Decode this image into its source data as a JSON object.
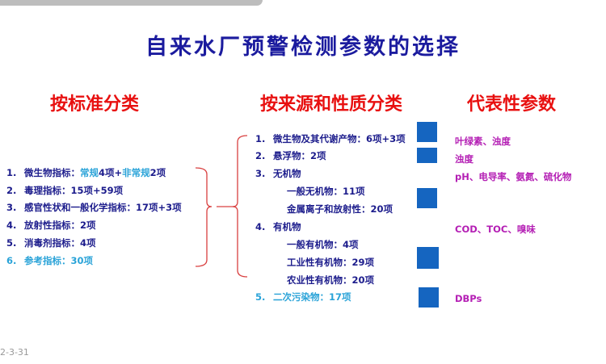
{
  "title": "自来水厂预警检测参数的选择",
  "headers": {
    "standard": "按标准分类",
    "source": "按来源和性质分类",
    "representative": "代表性参数"
  },
  "standard_items": [
    {
      "num": "1.",
      "label": "微生物指标：",
      "p1": "常规",
      "p2": "4项+",
      "p3": "非常规",
      "p4": "2项"
    },
    {
      "num": "2.",
      "text": "毒理指标：15项+59项"
    },
    {
      "num": "3.",
      "text": "感官性状和一般化学指标：17项+3项"
    },
    {
      "num": "4.",
      "text": "放射性指标：2项"
    },
    {
      "num": "5.",
      "text": "消毒剂指标：4项"
    },
    {
      "num": "6.",
      "text": "参考指标：30项"
    }
  ],
  "source_items": [
    {
      "num": "1.",
      "text": "微生物及其代谢产物：6项+3项"
    },
    {
      "num": "2.",
      "text": "悬浮物：2项"
    },
    {
      "num": "3.",
      "text": "无机物"
    },
    {
      "num": "",
      "text": "一般无机物：11项"
    },
    {
      "num": "",
      "text": "金属离子和放射性：20项"
    },
    {
      "num": "4.",
      "text": "有机物"
    },
    {
      "num": "",
      "text": "一般有机物：4项"
    },
    {
      "num": "",
      "text": "工业性有机物：29项"
    },
    {
      "num": "",
      "text": "农业性有机物：20项"
    },
    {
      "num": "5.",
      "text": "二次污染物：17项"
    }
  ],
  "representative": [
    "叶绿素、浊度",
    "浊度",
    "pH、电导率、氨氮、硫化物",
    "COD、TOC、嗅味",
    "DBPs"
  ],
  "date": "2-3-31",
  "colors": {
    "title": "#1b1b9e",
    "header": "#e81010",
    "item": "#1c1c8c",
    "highlight": "#2aa3d8",
    "param": "#b41fb4",
    "square": "#1565c0"
  }
}
